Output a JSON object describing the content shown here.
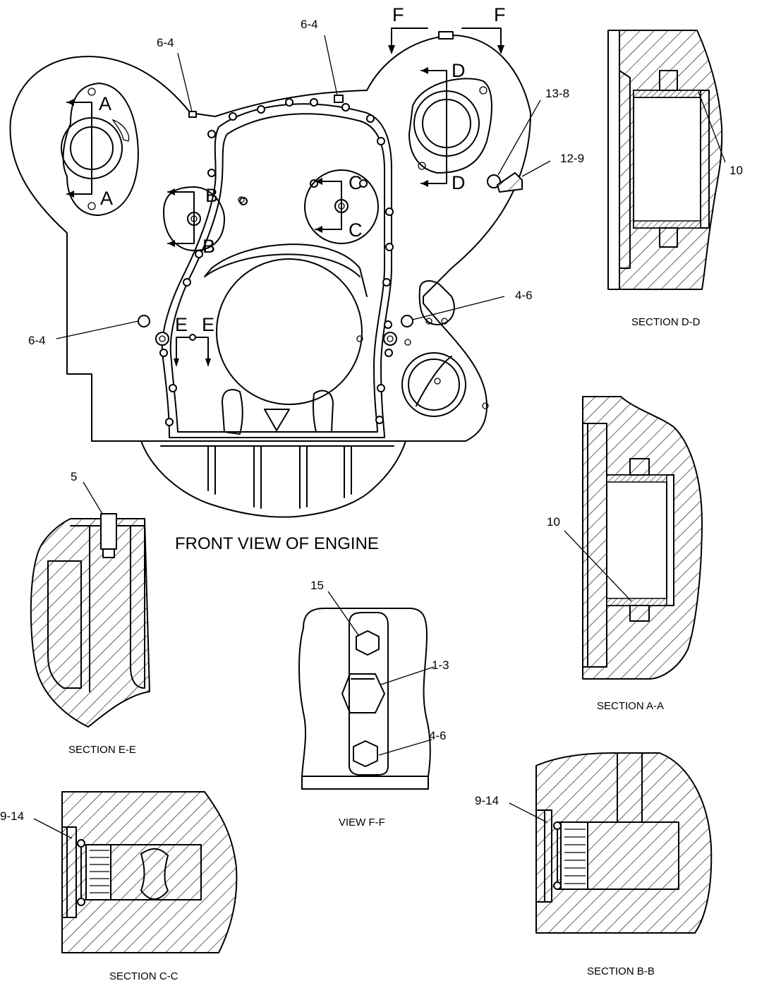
{
  "title": "FRONT VIEW OF ENGINE",
  "section_labels": {
    "dd": "SECTION D-D",
    "aa": "SECTION A-A",
    "ee": "SECTION E-E",
    "ff": "VIEW F-F",
    "cc": "SECTION C-C",
    "bb": "SECTION B-B"
  },
  "section_letters": {
    "a1": "A",
    "a2": "A",
    "b1": "B",
    "b2": "B",
    "c1": "C",
    "c2": "C",
    "d1": "D",
    "d2": "D",
    "e1": "E",
    "e2": "E",
    "f1": "F",
    "f2": "F"
  },
  "callouts": {
    "front_6_4_top_left": "6-4",
    "front_6_4_top_mid": "6-4",
    "front_6_4_left": "6-4",
    "front_13_8": "13-8",
    "front_12_9": "12-9",
    "front_4_6": "4-6",
    "dd_10": "10",
    "aa_10": "10",
    "ee_5": "5",
    "ff_15": "15",
    "ff_1_3": "1-3",
    "ff_4_6": "4-6",
    "cc_9_14": "9-14",
    "bb_9_14": "9-14"
  }
}
